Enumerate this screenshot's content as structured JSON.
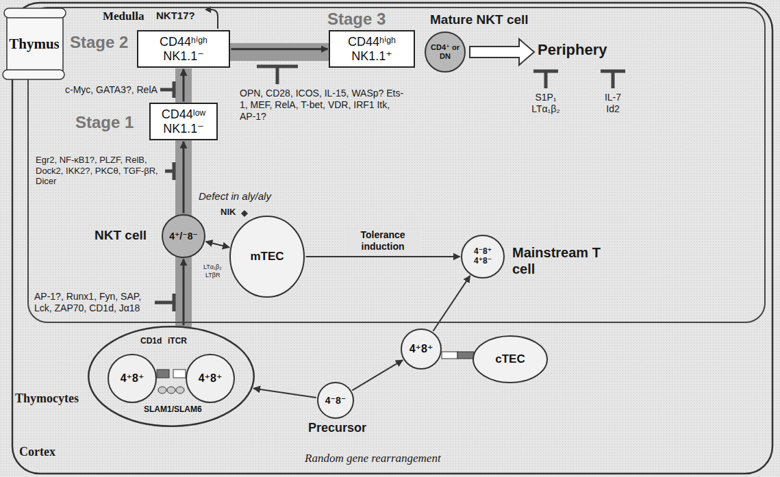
{
  "diagram": {
    "nodes": [
      {
        "text": [
          "Thymus"
        ]
      },
      {
        "text": [
          "Medulla"
        ]
      },
      {
        "text": [
          "CD44ʰⁱᵍʰ NK1.1⁻"
        ],
        "in": 1
      },
      {
        "text": [
          "CD44ʰⁱᵍʰ NK1.1⁺"
        ],
        "in": 1
      },
      {
        "text": [
          "CD4⁺ or DN"
        ],
        "in": 1
      },
      {
        "text": [
          "CD44ˡᵒʷ NK1.1⁻"
        ],
        "in": 1
      },
      {
        "text": [
          "4⁺/⁻8⁻"
        ],
        "in": 1
      },
      {
        "text": [
          "mTEC"
        ],
        "in": 1
      },
      {
        "text": [
          "CD1d",
          "iTCR",
          "SLAM1/SLAM6"
        ]
      },
      {
        "text": [
          "4⁺8⁺"
        ],
        "in": 8
      },
      {
        "text": [
          "4⁺8⁺"
        ],
        "in": 8
      },
      {
        "text": [
          "4⁻8⁻"
        ]
      },
      {
        "text": [
          "4⁺8⁺"
        ]
      },
      {
        "text": [
          "cTEC"
        ]
      },
      {
        "text": [
          "4⁻8⁺ 4⁺8⁻"
        ],
        "in": 1
      }
    ],
    "edges": [
      {
        "from": 11,
        "to": 8,
        "arrow": "to"
      },
      {
        "from": 11,
        "to": 12,
        "arrow": "to"
      },
      {
        "from": 12,
        "to": 14,
        "arrow": "to"
      },
      {
        "from": 8,
        "to": 6,
        "arrow": "to"
      },
      {
        "from": 6,
        "to": 5,
        "arrow": "to"
      },
      {
        "from": 5,
        "to": 2,
        "arrow": "to"
      },
      {
        "from": 2,
        "to": 3,
        "arrow": "to"
      },
      {
        "from": 6,
        "to": 7,
        "arrow": "both"
      },
      {
        "from": 7,
        "to": 14,
        "arrow": "to",
        "label": "Tolerance induction"
      }
    ],
    "labels": [
      "Stage 2",
      "Stage 3",
      "Stage 1",
      "NKT17?",
      "Mature NKT cell",
      "Periphery",
      "c-Myc, GATA3?, RelA",
      "OPN, CD28, ICOS, IL-15, WASp? Ets-1, MEF, RelA, T-bet, VDR, IRF1 Itk, AP-1?",
      "S1P₁ LTα₁β₂",
      "IL-7 Id2",
      "Egr2, NF-κB1?, PLZF, RelB, Dock2, IKK2?, PKCθ, TGF-βR, Dicer",
      "Defect in aly/aly",
      "NIK",
      "NKT cell",
      "LTα₁β₂",
      "LTβR",
      "AP-1?, Runx1, Fyn, SAP, Lck, ZAP70, CD1d, Jα18",
      "Mainstream T cell",
      "Thymocytes",
      "Precursor",
      "Cortex",
      "Random gene rearrangement"
    ]
  }
}
